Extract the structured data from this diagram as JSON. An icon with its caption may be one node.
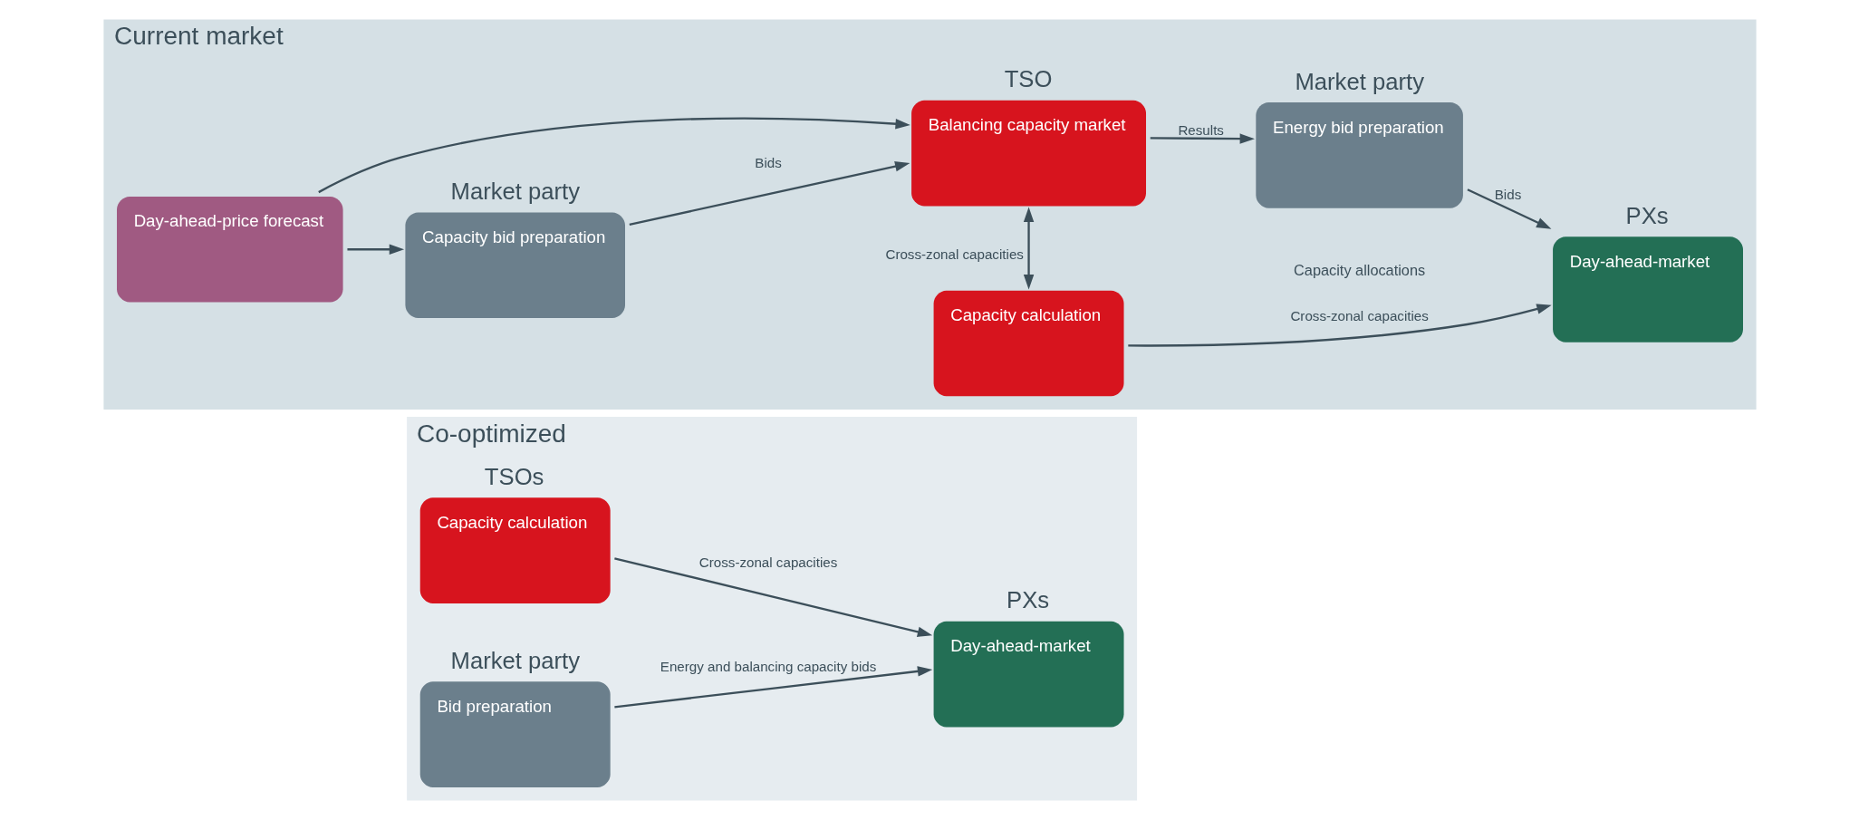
{
  "diagram": {
    "nodes": [
      {
        "text": [
          "Current market"
        ]
      },
      {
        "text": [
          "Day-ahead-price forecast"
        ],
        "in": 0
      },
      {
        "text": [
          "Market party",
          "Capacity bid preparation"
        ],
        "in": 0
      },
      {
        "text": [
          "TSO",
          "Balancing capacity market"
        ],
        "in": 0
      },
      {
        "text": [
          "Market party",
          "Energy bid preparation"
        ],
        "in": 0
      },
      {
        "text": [
          "PXs",
          "Day-ahead-market"
        ],
        "in": 0
      },
      {
        "text": [
          "Capacity calculation"
        ],
        "in": 0
      },
      {
        "text": [
          "Co-optimized"
        ]
      },
      {
        "text": [
          "TSOs",
          "Capacity calculation"
        ],
        "in": 7
      },
      {
        "text": [
          "Market party",
          "Bid preparation"
        ],
        "in": 7
      },
      {
        "text": [
          "PXs",
          "Day-ahead-market"
        ],
        "in": 7
      }
    ],
    "edges": [
      {
        "from": 1,
        "to": 2,
        "arrow": "to"
      },
      {
        "from": 2,
        "to": 3,
        "arrow": "to",
        "label": "Bids"
      },
      {
        "from": 3,
        "to": 4,
        "arrow": "to",
        "label": "Results"
      },
      {
        "from": 4,
        "to": 5,
        "arrow": "to",
        "label": "Bids"
      },
      {
        "from": 1,
        "to": 3,
        "arrow": "to"
      },
      {
        "from": 6,
        "to": 3,
        "arrow": "both",
        "label": "Cross-zonal capacities"
      },
      {
        "from": 6,
        "to": 5,
        "arrow": "to",
        "label": "Cross-zonal capacities"
      },
      {
        "from": 9,
        "to": 10,
        "arrow": "to",
        "label": "Energy and balancing capacity bids"
      },
      {
        "from": 8,
        "to": 10,
        "arrow": "to",
        "label": "Cross-zonal capacities"
      }
    ],
    "labels": [
      "Capacity allocations"
    ]
  }
}
